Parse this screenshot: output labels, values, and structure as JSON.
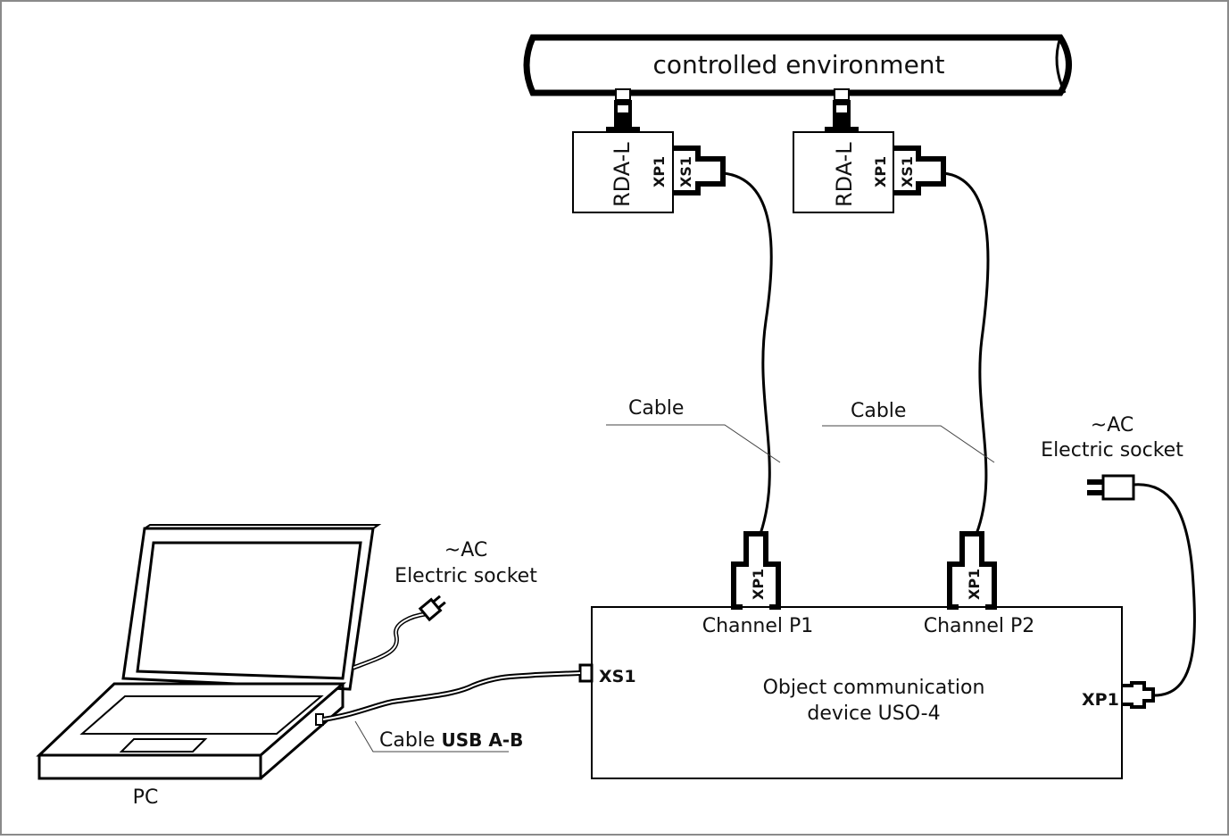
{
  "environment": {
    "label": "controlled environment"
  },
  "sensors": [
    {
      "name": "RDA-L",
      "plug": "XP1",
      "socket": "XS1"
    },
    {
      "name": "RDA-L",
      "plug": "XP1",
      "socket": "XS1"
    }
  ],
  "cables": [
    {
      "label": "Cable"
    },
    {
      "label": "Cable"
    }
  ],
  "device": {
    "name_line1": "Object communication",
    "name_line2": "device USO-4",
    "input_socket": "XS1",
    "power_plug": "XP1",
    "channels": [
      {
        "label": "Channel P1",
        "connector": "XP1"
      },
      {
        "label": "Channel P2",
        "connector": "XP1"
      }
    ]
  },
  "power_device": {
    "line1": "~AC",
    "line2": "Electric socket"
  },
  "power_pc": {
    "line1": "~AC",
    "line2": "Electric socket"
  },
  "usb_cable": {
    "prefix": "Cable",
    "type": "USB A-B"
  },
  "pc": {
    "label": "PC"
  }
}
